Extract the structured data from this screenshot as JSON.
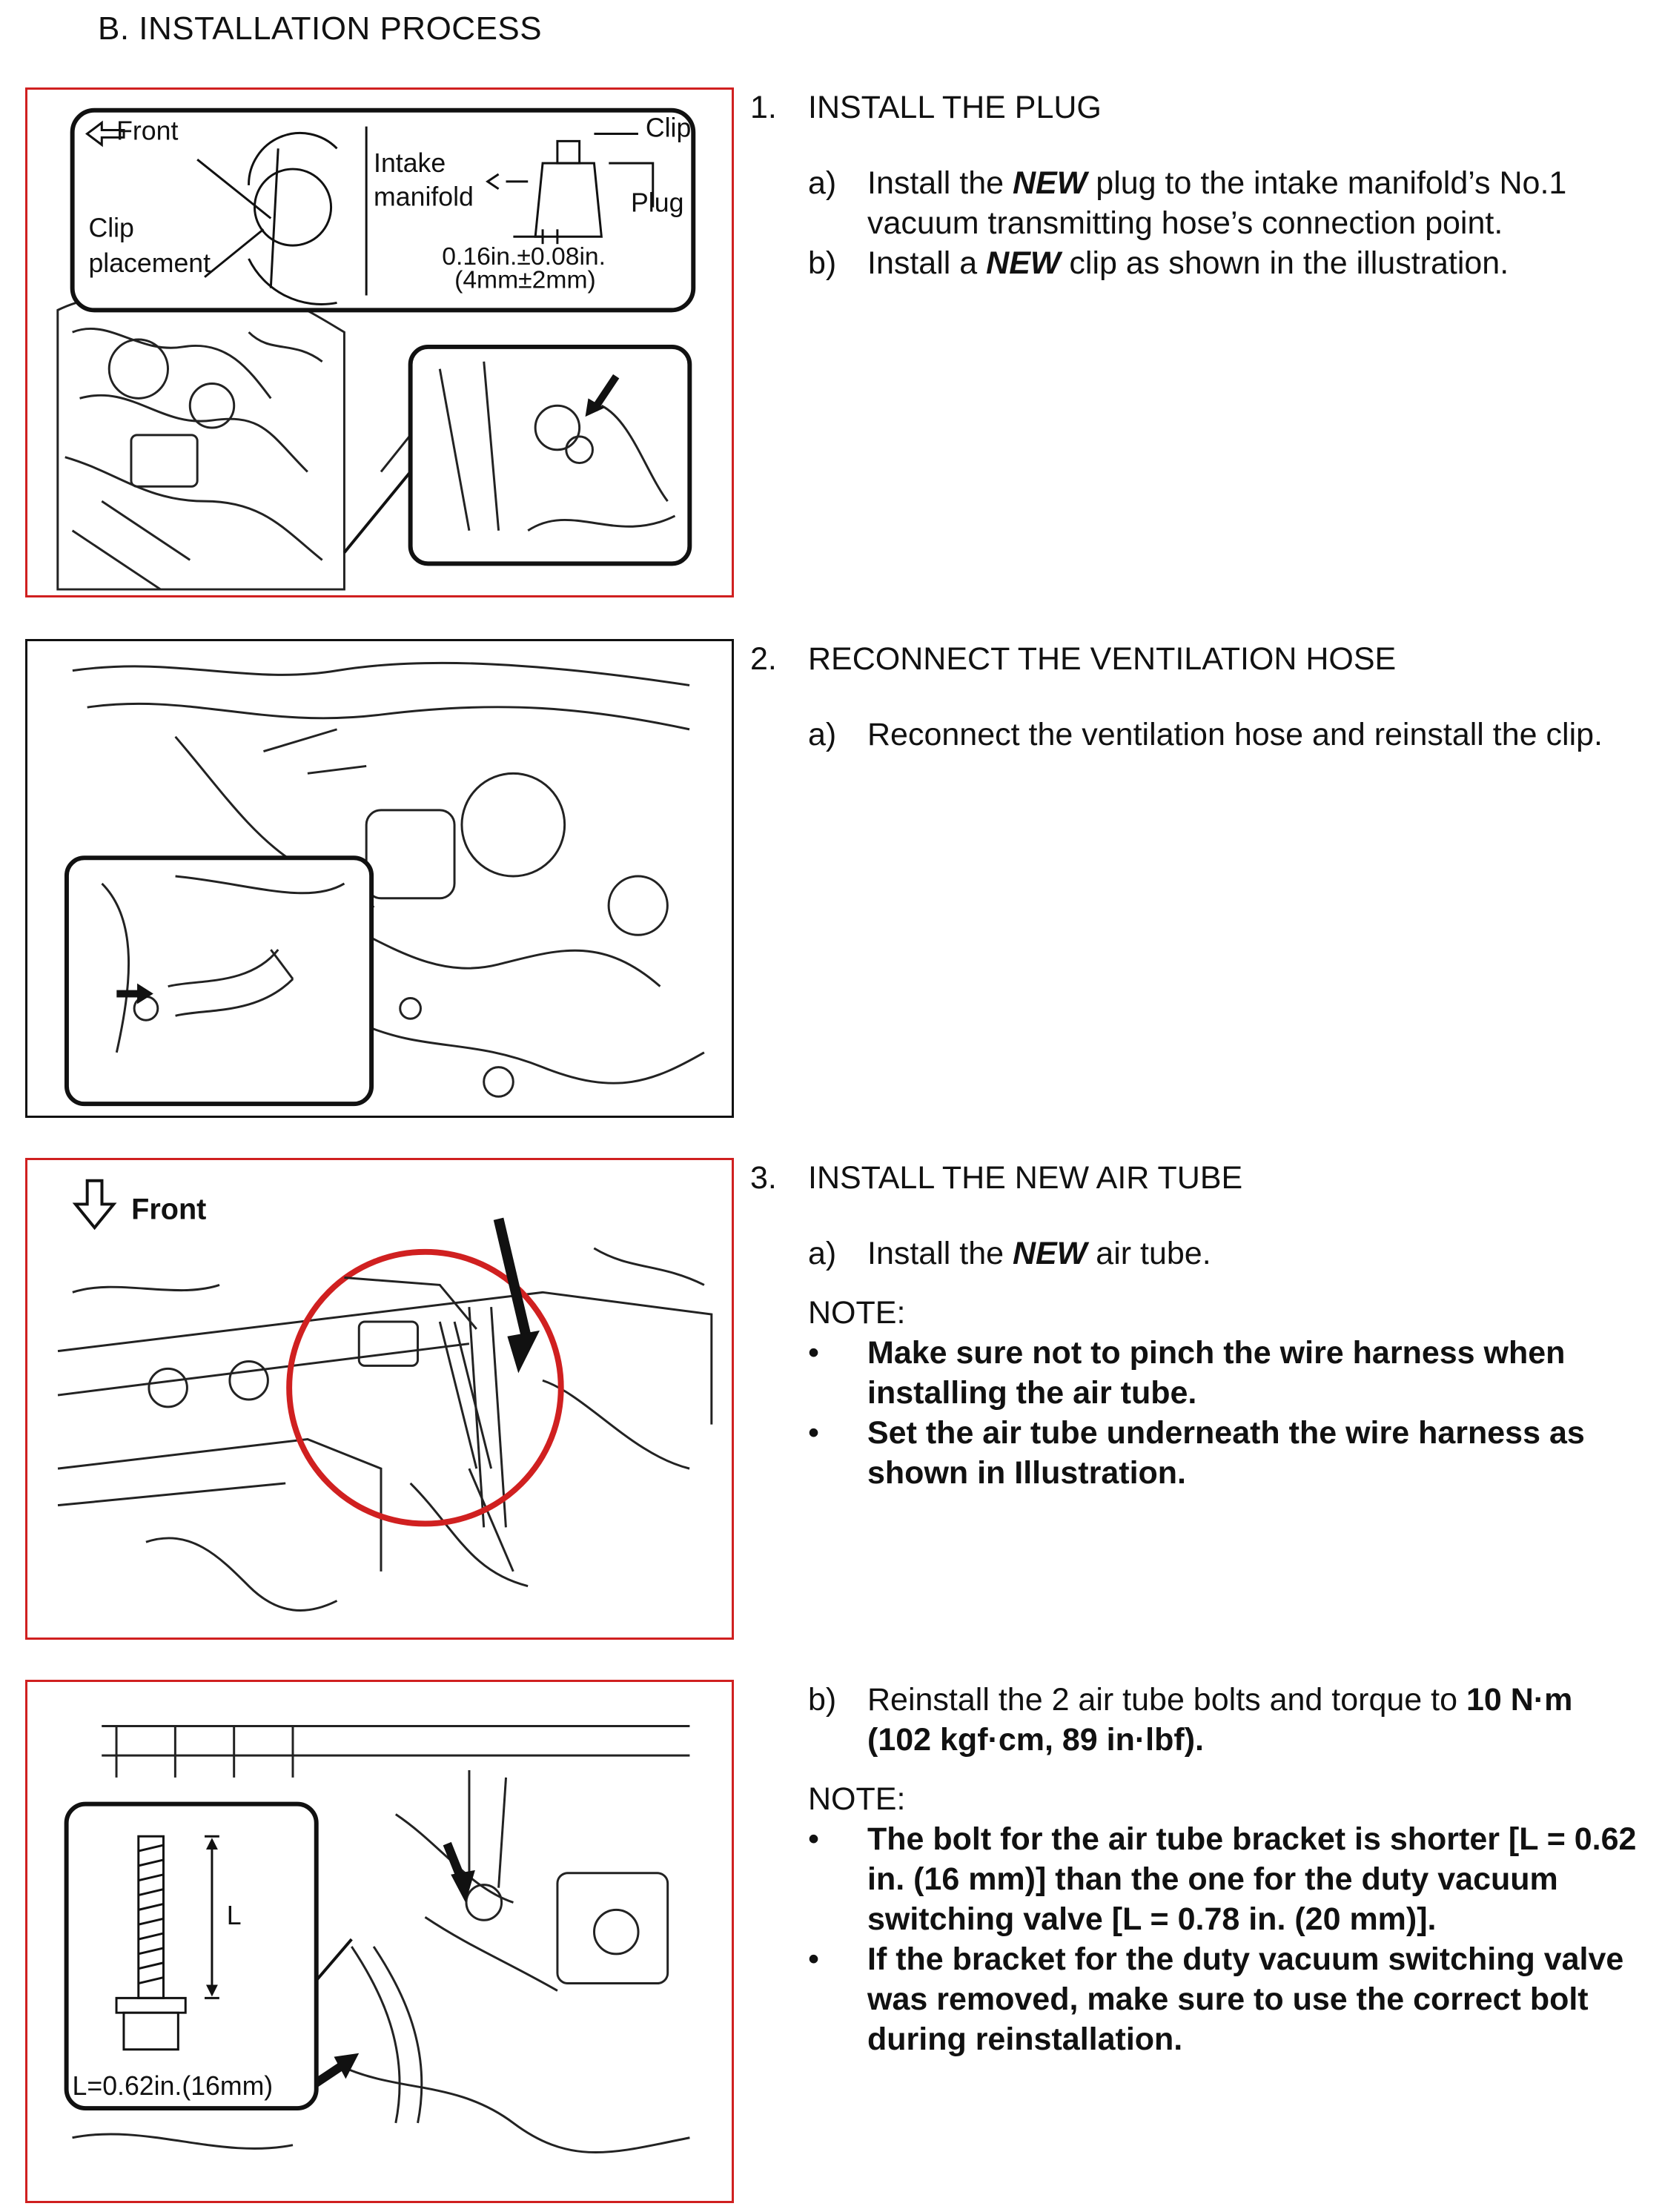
{
  "section_title": "B.  INSTALLATION PROCESS",
  "figure1": {
    "front_label": "Front",
    "clip_placement_line1": "Clip",
    "clip_placement_line2": "placement",
    "intake_line1": "Intake",
    "intake_line2": "manifold",
    "clip_label": "Clip",
    "plug_label": "Plug",
    "dim_line1": "0.16in.±0.08in.",
    "dim_line2": "(4mm±2mm)"
  },
  "figure3": {
    "front_label": "Front"
  },
  "figure4": {
    "l_label": "L",
    "bolt_label": "L=0.62in.(16mm)"
  },
  "steps": [
    {
      "num": "1.",
      "title": "INSTALL THE PLUG",
      "sub": [
        {
          "letter": "a)",
          "pre": "Install the ",
          "em": "NEW",
          "post": " plug to the intake manifold’s No.1 vacuum transmitting hose’s connection point."
        },
        {
          "letter": "b)",
          "pre": "Install a ",
          "em": "NEW",
          "post": " clip as shown in the illustration."
        }
      ]
    },
    {
      "num": "2.",
      "title": "RECONNECT THE VENTILATION HOSE",
      "sub": [
        {
          "letter": "a)",
          "text": "Reconnect the ventilation hose and reinstall the clip."
        }
      ]
    },
    {
      "num": "3.",
      "title": "INSTALL THE NEW AIR TUBE",
      "sub_a": {
        "letter": "a)",
        "pre": "Install the ",
        "em": "NEW",
        "post": " air tube."
      },
      "note_title": "NOTE:",
      "notes": [
        "Make sure not to pinch the wire harness when installing the air tube.",
        "Set the air tube underneath the wire harness as shown in Illustration."
      ],
      "sub_b": {
        "letter": "b)",
        "pre": "Reinstall the 2 air tube bolts and torque to ",
        "strong": "10 N·m",
        "strong2": "(102 kgf·cm, 89 in·lbf)."
      },
      "note2_title": "NOTE:",
      "notes2": [
        "The bolt for the air tube bracket is shorter [L = 0.62 in. (16 mm)] than the one for the duty vacuum switching valve [L = 0.78 in. (20 mm)].",
        "If the bracket for the duty vacuum switching valve was removed, make sure to use the correct bolt during reinstallation."
      ]
    }
  ]
}
